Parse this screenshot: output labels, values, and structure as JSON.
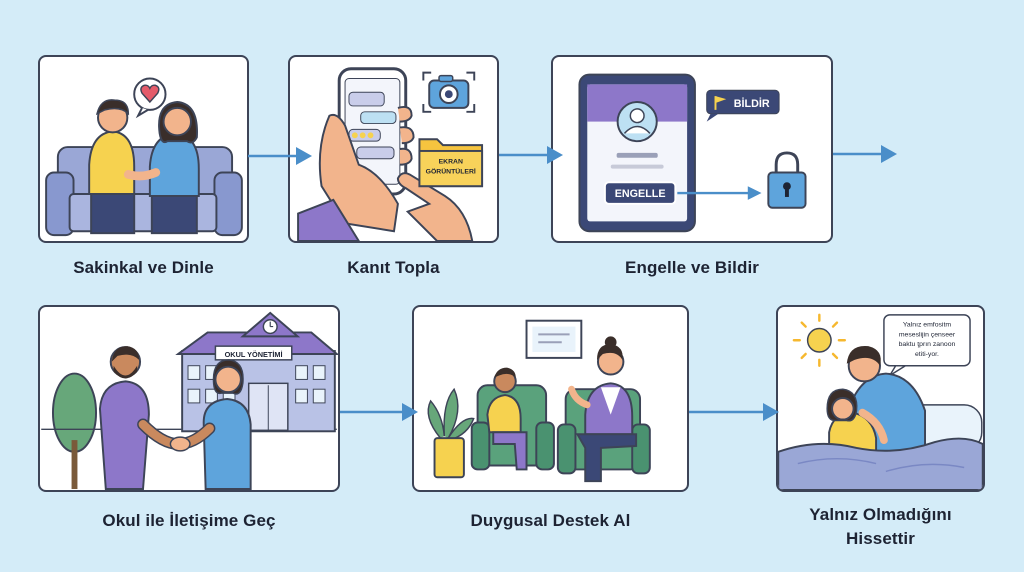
{
  "steps": [
    {
      "label": "Sakinkal ve Dinle"
    },
    {
      "label": "Kanıt Topla",
      "folder_line1": "EKRAN",
      "folder_line2": "GÖRÜNTÜLERİ"
    },
    {
      "label": "Engelle ve Bildir",
      "report_label": "BİLDİR",
      "block_label": "ENGELLE"
    },
    {
      "label": "Okul ile İletişime Geç",
      "school_sign": "OKUL YÖNETİMİ"
    },
    {
      "label": "Duygusal Destek Al"
    },
    {
      "label_line1": "Yalnız Olmadığını",
      "label_line2": "Hissettir",
      "bubble_line1": "Yalnız emfositm",
      "bubble_line2": "meseslijin çenseer",
      "bubble_line3": "baktu ţprın zanoon",
      "bubble_line4": "etiti-yor."
    }
  ],
  "colors": {
    "background": "#d4ecf8",
    "outline": "#3d4457",
    "arrow": "#4a8ec9",
    "purple": "#8d77c9",
    "yellow": "#f6d24f",
    "blue": "#5ea4dc",
    "green": "#67a77a"
  }
}
